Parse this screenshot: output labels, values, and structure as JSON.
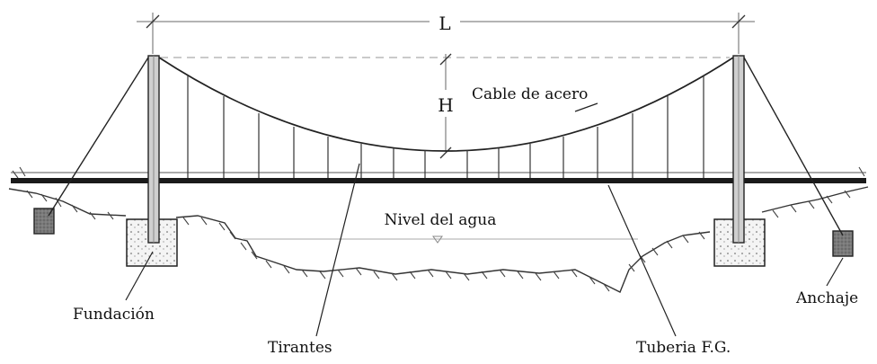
{
  "diagram": {
    "labels": {
      "span": "L",
      "sag": "H",
      "cable": "Cable de acero",
      "water": "Nivel del agua",
      "foundation": "Fundación",
      "anchor": "Anchaje",
      "hangers": "Tirantes",
      "pipe": "Tuberia F.G."
    }
  }
}
